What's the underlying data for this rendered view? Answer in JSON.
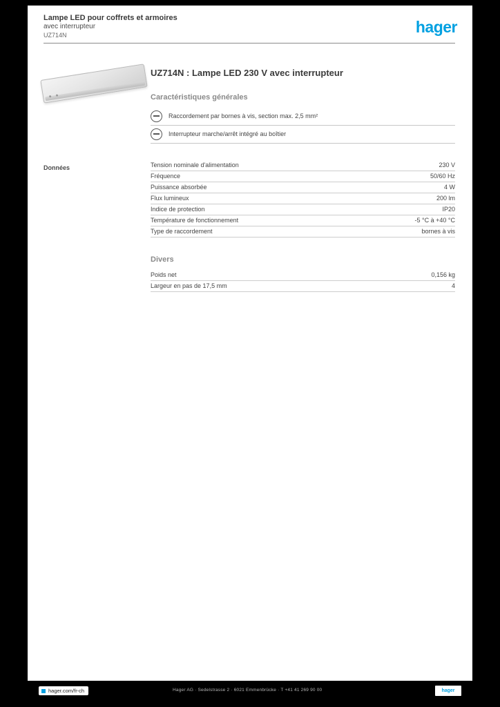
{
  "header": {
    "title_line1": "Lampe LED pour coffrets et armoires",
    "title_line2": "avec interrupteur",
    "reference": "UZ714N",
    "logo_text": "hager"
  },
  "product": {
    "title": "UZ714N : Lampe LED 230 V avec interrupteur"
  },
  "sections": {
    "characteristics_heading": "Caractéristiques générales",
    "side_label": "Données",
    "misc_heading": "Divers"
  },
  "feature_rows": [
    {
      "icon": "plug-icon",
      "text": "Raccordement par bornes à vis, section max. 2,5 mm²"
    },
    {
      "icon": "switch-icon",
      "text": "Interrupteur marche/arrêt intégré au boîtier"
    }
  ],
  "spec_rows": [
    {
      "label": "Tension nominale d'alimentation",
      "value": "230 V"
    },
    {
      "label": "Fréquence",
      "value": "50/60 Hz"
    },
    {
      "label": "Puissance absorbée",
      "value": "4 W"
    },
    {
      "label": "Flux lumineux",
      "value": "200 lm"
    },
    {
      "label": "Indice de protection",
      "value": "IP20"
    },
    {
      "label": "Température de fonctionnement",
      "value": "-5 °C à +40 °C"
    },
    {
      "label": "Type de raccordement",
      "value": "bornes à vis"
    }
  ],
  "misc_rows": [
    {
      "label": "Poids net",
      "value": "0,156 kg"
    },
    {
      "label": "Largeur en pas de 17,5 mm",
      "value": "4"
    }
  ],
  "footer": {
    "website": "hager.com/fr-ch",
    "company_line": "Hager AG · Sedelstrasse 2 · 6021 Emmenbrücke · T +41 41 269 90 00",
    "logo_text": "hager"
  },
  "colors": {
    "brand_blue": "#00a0e1"
  }
}
